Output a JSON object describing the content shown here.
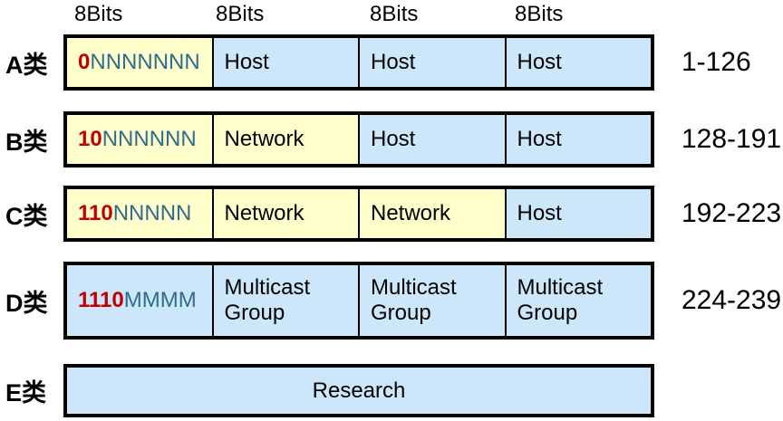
{
  "colors": {
    "yellow": "#FFFFCC",
    "blue": "#CBE7F9",
    "red": "#C00000",
    "teal": "#2F6D8E",
    "border": "#000000",
    "text": "#000000",
    "bg": "#FFFFFF"
  },
  "header": {
    "bit_labels": [
      "8Bits",
      "8Bits",
      "8Bits",
      "8Bits"
    ]
  },
  "rows": [
    {
      "label": "A类",
      "bits_prefix": "0",
      "bits_rest": "NNNNNNN",
      "cells": [
        "Host",
        "Host",
        "Host"
      ],
      "range": "1-126"
    },
    {
      "label": "B类",
      "bits_prefix": "10",
      "bits_rest": "NNNNNN",
      "cells": [
        "Network",
        "Host",
        "Host"
      ],
      "range": "128-191"
    },
    {
      "label": "C类",
      "bits_prefix": "110",
      "bits_rest": "NNNNN",
      "cells": [
        "Network",
        "Network",
        "Host"
      ],
      "range": "192-223"
    },
    {
      "label": "D类",
      "bits_prefix": "1110",
      "bits_rest": "MMMM",
      "cells": [
        "Multicast Group",
        "Multicast Group",
        "Multicast Group"
      ],
      "range": "224-239"
    },
    {
      "label": "E类",
      "cells": [
        "Research"
      ],
      "range": ""
    }
  ]
}
